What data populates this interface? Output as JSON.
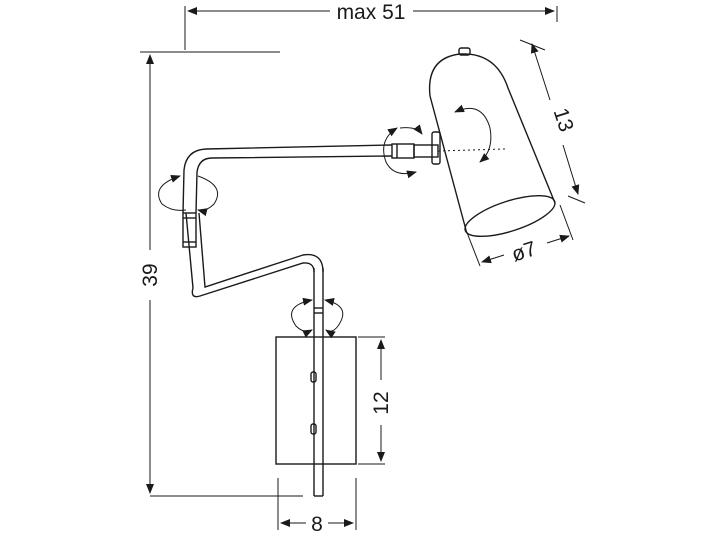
{
  "dimensions": {
    "max_width": "max 51",
    "height": "39",
    "shade_length": "13",
    "shade_diameter": "ø7",
    "base_height": "12",
    "base_width": "8"
  },
  "icons": {
    "rotation": "rotation-arrows-icon"
  },
  "colors": {
    "line": "#1a1a1a",
    "background": "#ffffff"
  }
}
